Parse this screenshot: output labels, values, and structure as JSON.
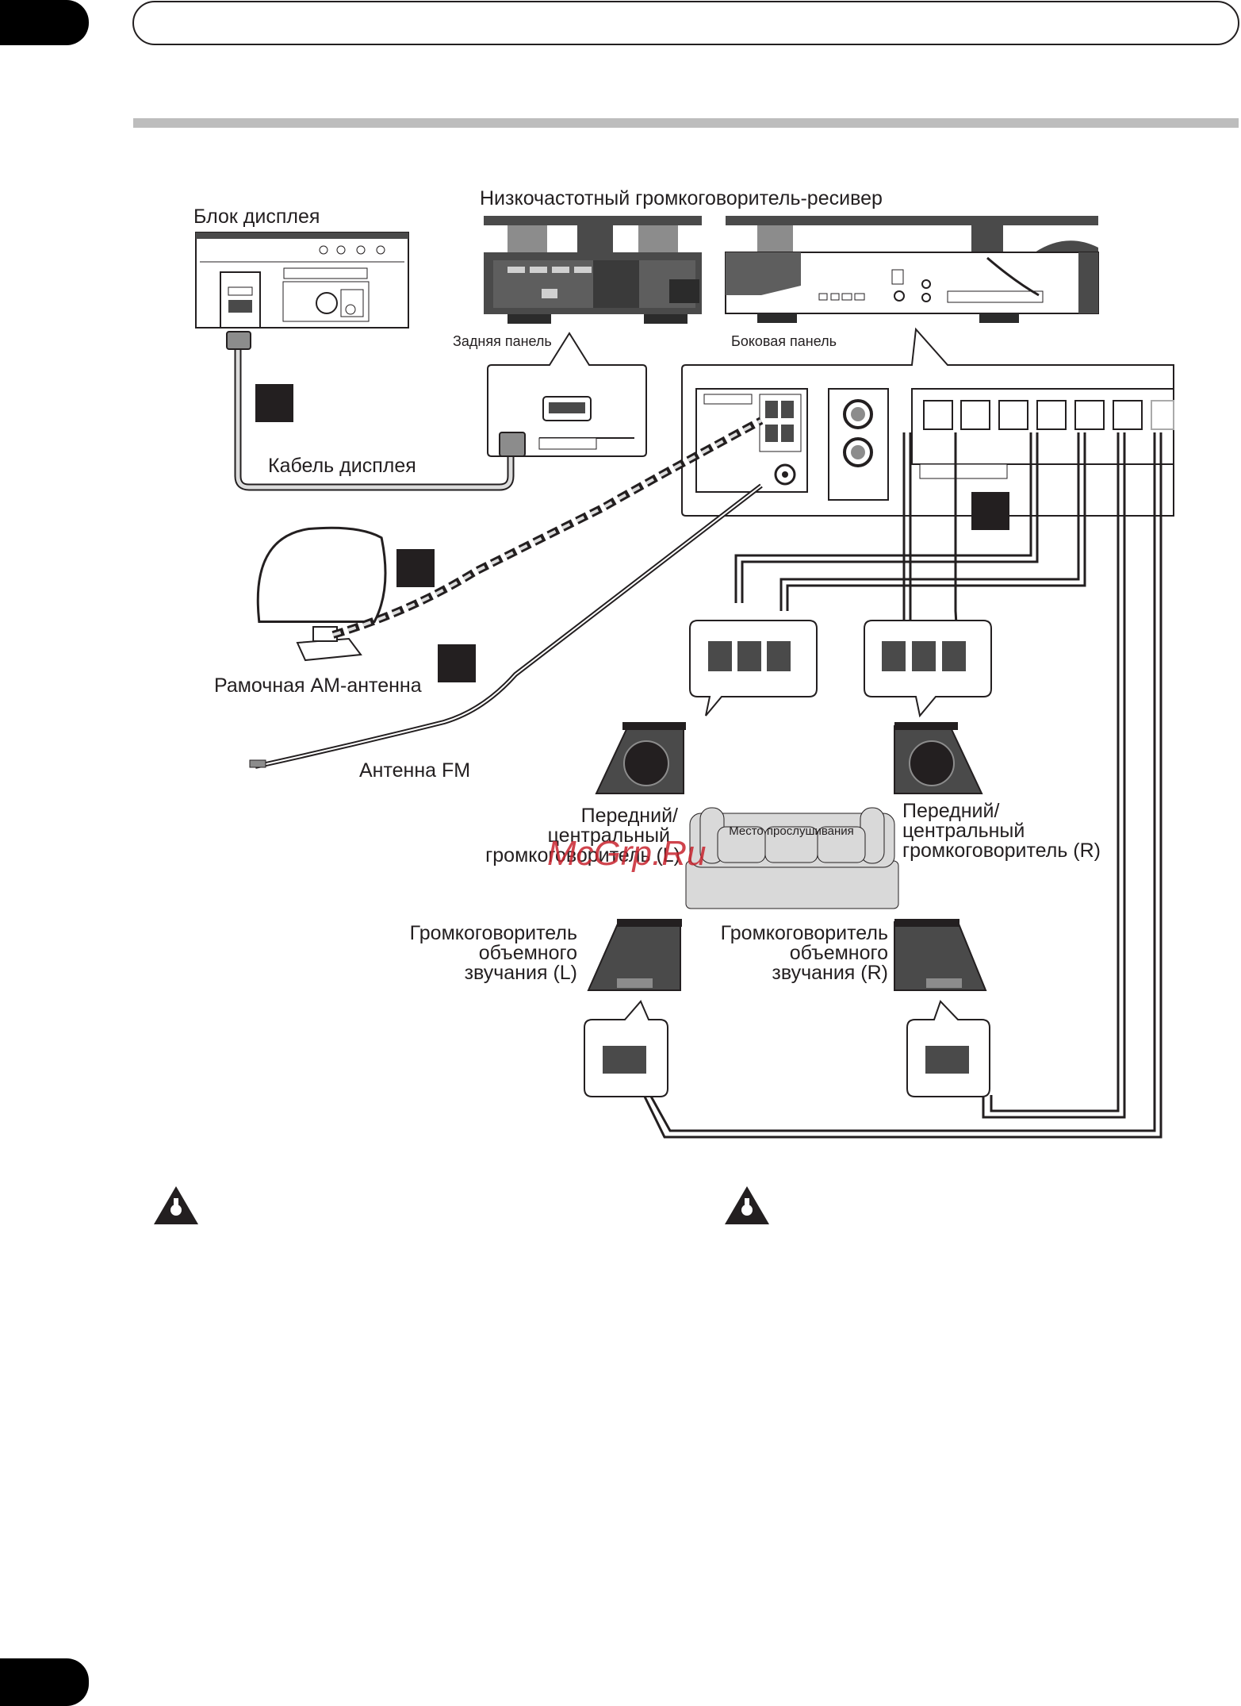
{
  "labels": {
    "display_unit": "Блок дисплея",
    "subwoofer_receiver": "Низкочастотный громкоговоритель-ресивер",
    "rear_panel": "Задняя панель",
    "side_panel": "Боковая панель",
    "display_cable": "Кабель дисплея",
    "am_antenna": "Рамочная AM-антенна",
    "fm_antenna": "Антенна FM",
    "listening_position": "Место прослушивания",
    "front_left": [
      "Передний/",
      "центральный",
      "громкоговоритель (L)"
    ],
    "front_right": [
      "Передний/",
      "центральный",
      "громкоговоритель (R)"
    ],
    "surround_left": [
      "Громкоговоритель",
      "объемного",
      "звучания (L)"
    ],
    "surround_right": [
      "Громкоговоритель",
      "объемного",
      "звучания (R)"
    ],
    "watermark": "McGrp.Ru"
  },
  "icons": {
    "important_left": "important-hand-icon",
    "important_right": "important-hand-icon"
  },
  "colors": {
    "ink": "#231f20",
    "device_dark": "#4a4a4a",
    "device_mid": "#8c8c8c",
    "sofa": "#d9d9d9",
    "section_bar": "#bdbdbd",
    "watermark": "#c8242e"
  }
}
